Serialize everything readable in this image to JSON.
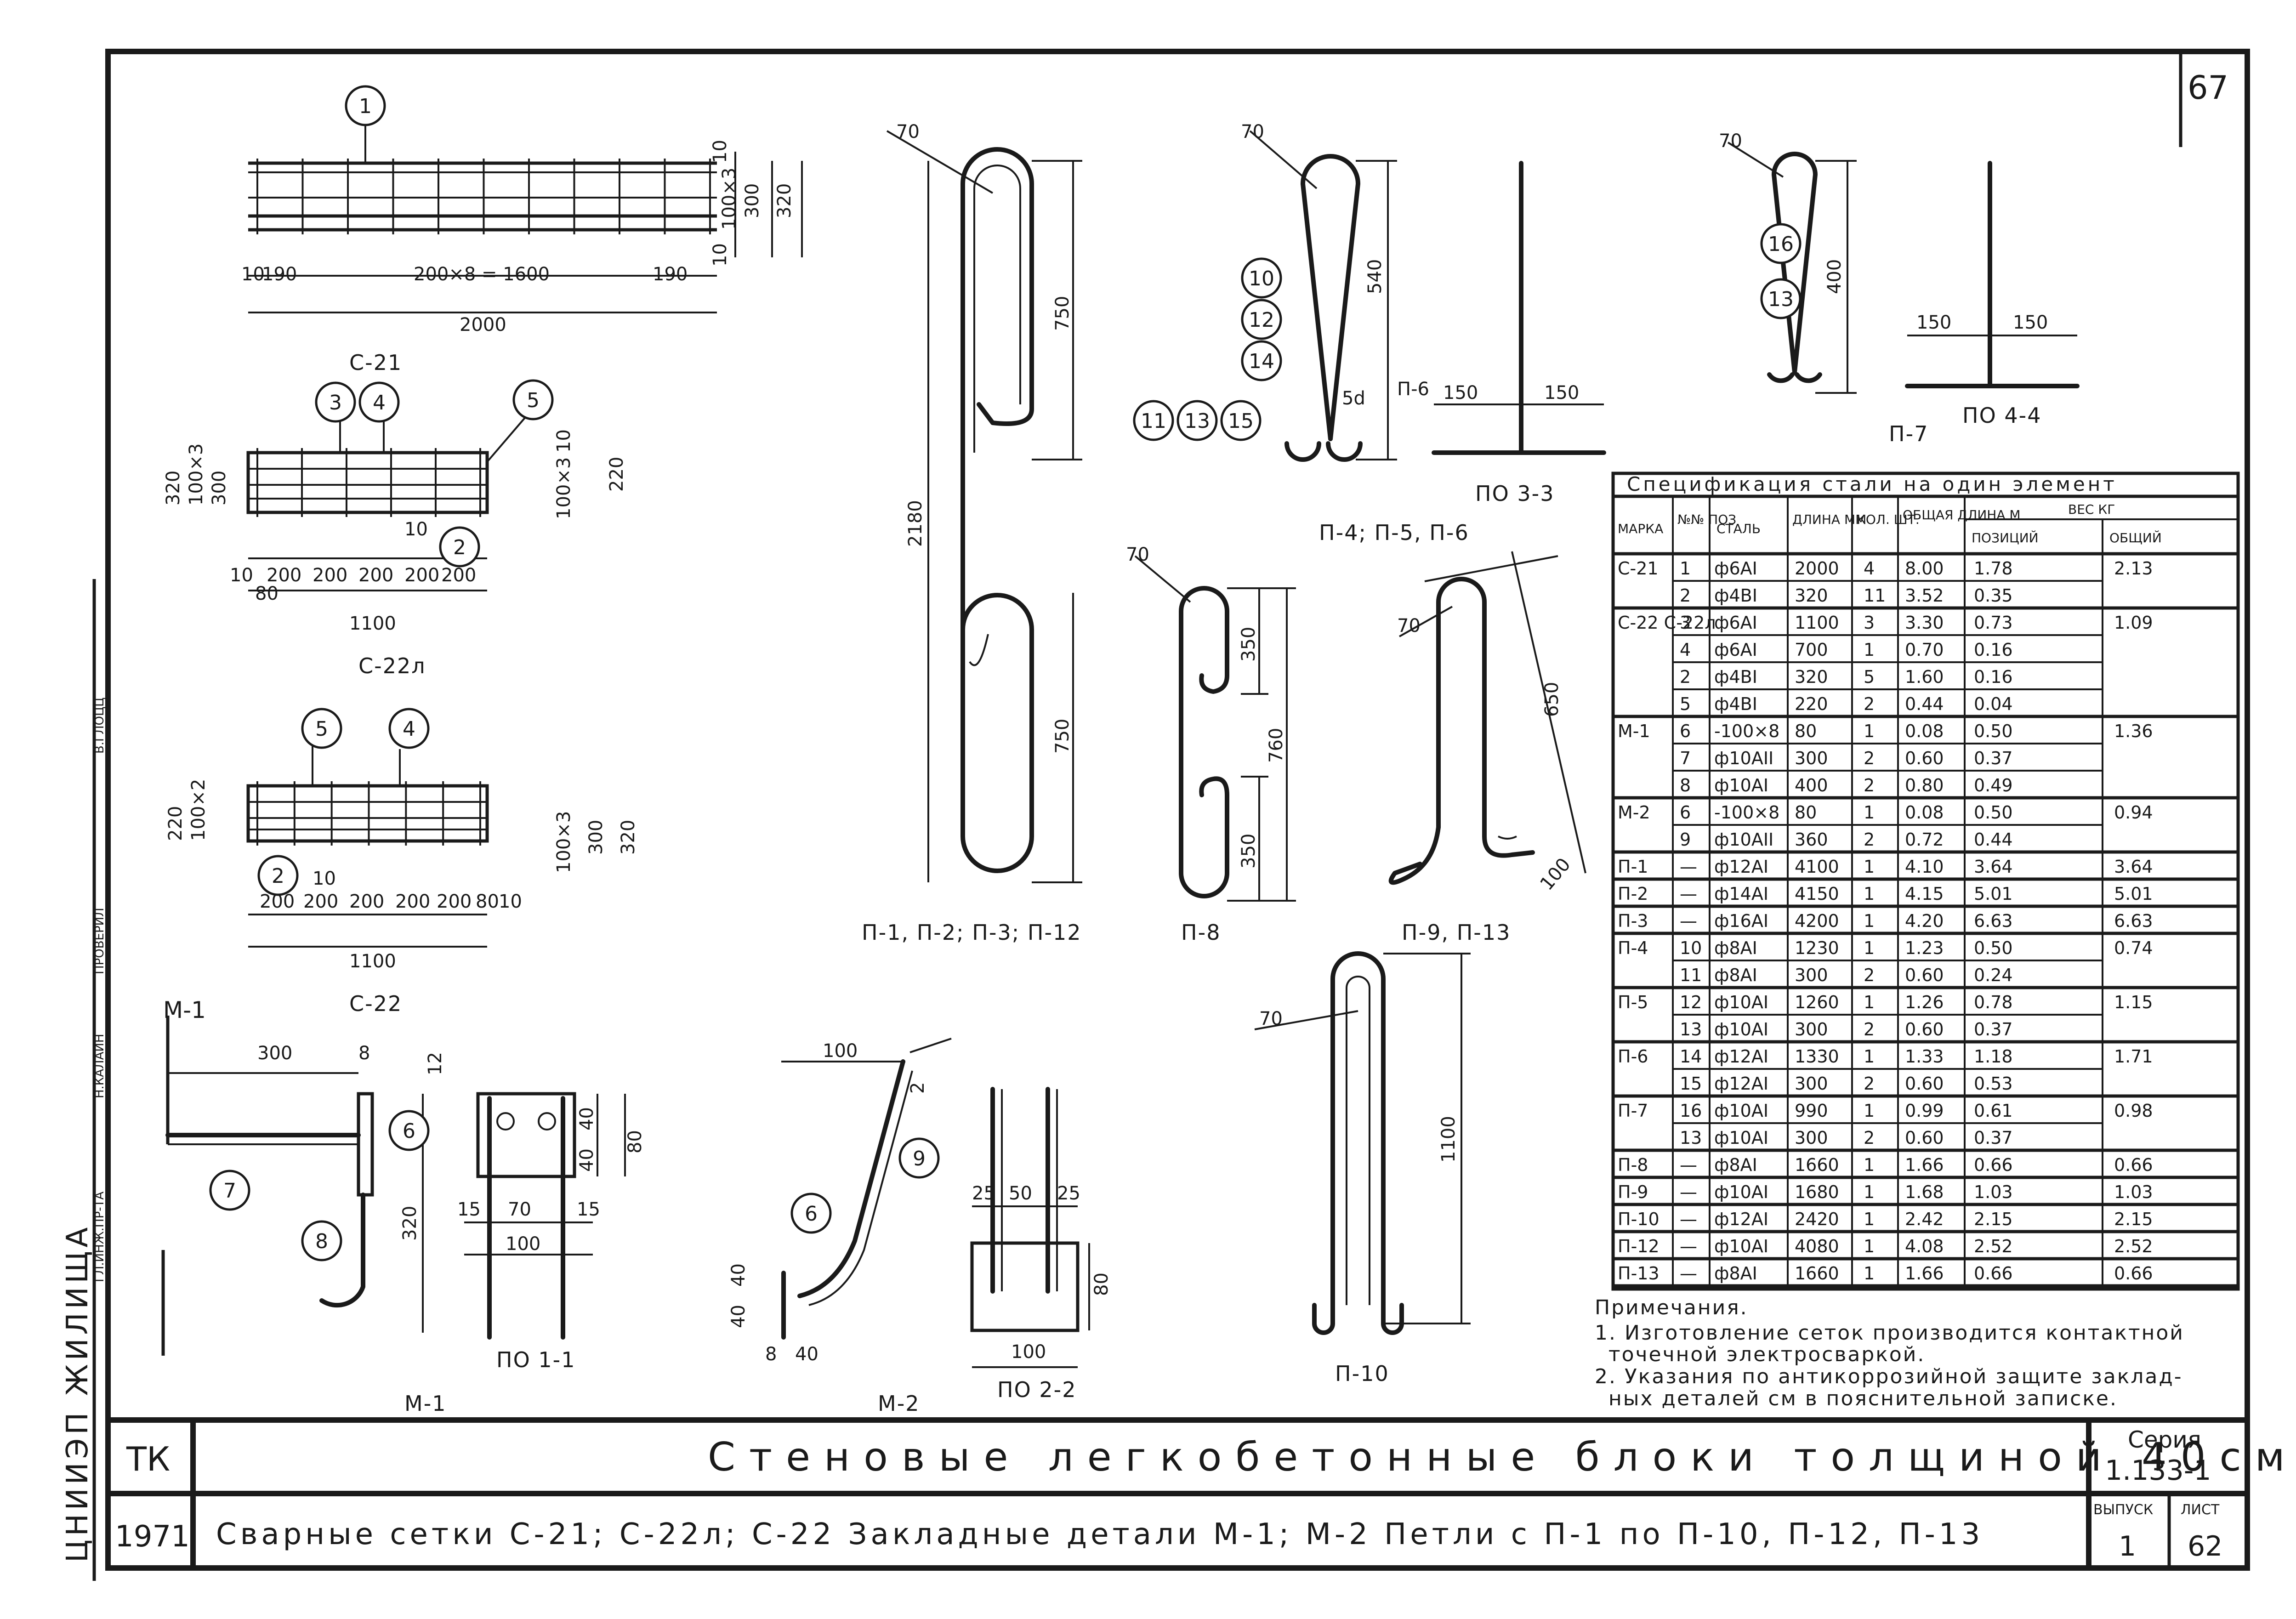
{
  "sheet": {
    "page_number": "67",
    "stamp_left": "ЦНИИЭП ЖИЛИЩА",
    "stamp_roles": [
      "ГЛ.ИНЖ.ПР-ТА",
      "Н.КАЛАИН",
      "ПРОВЕРИЛ",
      "В.ГЛОЦЦ"
    ]
  },
  "title_block": {
    "org": "ТК",
    "year": "1971",
    "title": "Стеновые легкобетонные блоки толщиной 40см",
    "subtitle": "Сварные сетки С-21; С-22л; С-22   Закладные детали М-1; М-2   Петли с П-1 по П-10, П-12, П-13",
    "series_label": "Серия",
    "series_value": "1.133-1",
    "issue_label": "ВЫПУСК",
    "issue_value": "1",
    "sheet_label": "ЛИСТ",
    "sheet_value": "62"
  },
  "drawings": {
    "c21": {
      "label": "С-21",
      "dims": [
        "10",
        "190",
        "200×8 = 1600",
        "190",
        "2000",
        "10",
        "100×3",
        "300",
        "320",
        "10"
      ],
      "marks": [
        "1"
      ]
    },
    "c22l": {
      "label": "С-22л",
      "dims": [
        "320",
        "100×3",
        "300",
        "10",
        "10",
        "200",
        "200",
        "200",
        "200",
        "200",
        "80",
        "1100",
        "220",
        "10",
        "100×3"
      ],
      "marks": [
        "3",
        "4",
        "5",
        "2"
      ]
    },
    "c22": {
      "label": "С-22",
      "dims": [
        "220",
        "100×2",
        "10",
        "200",
        "200",
        "200",
        "200",
        "200",
        "80",
        "10",
        "1100",
        "300",
        "320",
        "100×3"
      ],
      "marks": [
        "5",
        "4",
        "2"
      ]
    },
    "p1": {
      "label": "П-1, П-2; П-3; П-12",
      "dims": [
        "70",
        "750",
        "2180",
        "750"
      ]
    },
    "p4": {
      "label": "П-4; П-5, П-6",
      "dims": [
        "70",
        "540",
        "5d"
      ],
      "marks": [
        "10",
        "12",
        "14",
        "11",
        "13",
        "15"
      ]
    },
    "sec33": {
      "label": "ПО 3-3",
      "dims": [
        "150",
        "150"
      ],
      "marker": "П-6"
    },
    "p7": {
      "label": "П-7",
      "dims": [
        "70",
        "400"
      ],
      "marks": [
        "16",
        "13"
      ]
    },
    "sec44": {
      "label": "ПО 4-4",
      "dims": [
        "150",
        "150"
      ]
    },
    "p8": {
      "label": "П-8",
      "dims": [
        "70",
        "350",
        "760",
        "350"
      ]
    },
    "p9": {
      "label": "П-9, П-13",
      "dims": [
        "70",
        "650",
        "100"
      ]
    },
    "p10": {
      "label": "П-10",
      "dims": [
        "70",
        "1100"
      ]
    },
    "m1": {
      "label": "М-1",
      "dims": [
        "300",
        "8",
        "12",
        "320"
      ],
      "marks": [
        "6",
        "7",
        "8"
      ]
    },
    "sec11": {
      "label": "ПО 1-1",
      "dims": [
        "40",
        "40",
        "80",
        "15",
        "70",
        "15",
        "100"
      ]
    },
    "m2": {
      "label": "М-2",
      "dims": [
        "100",
        "2",
        "40",
        "40",
        "8",
        "40"
      ],
      "marks": [
        "9",
        "6"
      ]
    },
    "sec22": {
      "label": "ПО 2-2",
      "dims": [
        "25",
        "50",
        "25",
        "80",
        "100"
      ]
    }
  },
  "spec": {
    "title": "Спецификация стали на один элемент",
    "headers": [
      "МАРКА",
      "№№ ПОЗ",
      "СТАЛЬ",
      "ДЛИНА ММ",
      "КОЛ. ШТ.",
      "ОБЩАЯ ДЛИНА М",
      "ВЕС КГ",
      "ПОЗИЦИЙ",
      "ОБЩИЙ"
    ],
    "rows": [
      [
        "С-21",
        "1",
        "ф6АI",
        "2000",
        "4",
        "8.00",
        "1.78",
        "2.13"
      ],
      [
        "",
        "2",
        "ф4ВI",
        "320",
        "11",
        "3.52",
        "0.35",
        ""
      ],
      [
        "С-22 С-22л",
        "3",
        "ф6АI",
        "1100",
        "3",
        "3.30",
        "0.73",
        "1.09"
      ],
      [
        "",
        "4",
        "ф6АI",
        "700",
        "1",
        "0.70",
        "0.16",
        ""
      ],
      [
        "",
        "2",
        "ф4ВI",
        "320",
        "5",
        "1.60",
        "0.16",
        ""
      ],
      [
        "",
        "5",
        "ф4ВI",
        "220",
        "2",
        "0.44",
        "0.04",
        ""
      ],
      [
        "М-1",
        "6",
        "-100×8",
        "80",
        "1",
        "0.08",
        "0.50",
        "1.36"
      ],
      [
        "",
        "7",
        "ф10АII",
        "300",
        "2",
        "0.60",
        "0.37",
        ""
      ],
      [
        "",
        "8",
        "ф10АI",
        "400",
        "2",
        "0.80",
        "0.49",
        ""
      ],
      [
        "М-2",
        "6",
        "-100×8",
        "80",
        "1",
        "0.08",
        "0.50",
        "0.94"
      ],
      [
        "",
        "9",
        "ф10АII",
        "360",
        "2",
        "0.72",
        "0.44",
        ""
      ],
      [
        "П-1",
        "—",
        "ф12АI",
        "4100",
        "1",
        "4.10",
        "3.64",
        "3.64"
      ],
      [
        "П-2",
        "—",
        "ф14АI",
        "4150",
        "1",
        "4.15",
        "5.01",
        "5.01"
      ],
      [
        "П-3",
        "—",
        "ф16АI",
        "4200",
        "1",
        "4.20",
        "6.63",
        "6.63"
      ],
      [
        "П-4",
        "10",
        "ф8АI",
        "1230",
        "1",
        "1.23",
        "0.50",
        "0.74"
      ],
      [
        "",
        "11",
        "ф8АI",
        "300",
        "2",
        "0.60",
        "0.24",
        ""
      ],
      [
        "П-5",
        "12",
        "ф10АI",
        "1260",
        "1",
        "1.26",
        "0.78",
        "1.15"
      ],
      [
        "",
        "13",
        "ф10АI",
        "300",
        "2",
        "0.60",
        "0.37",
        ""
      ],
      [
        "П-6",
        "14",
        "ф12АI",
        "1330",
        "1",
        "1.33",
        "1.18",
        "1.71"
      ],
      [
        "",
        "15",
        "ф12АI",
        "300",
        "2",
        "0.60",
        "0.53",
        ""
      ],
      [
        "П-7",
        "16",
        "ф10АI",
        "990",
        "1",
        "0.99",
        "0.61",
        "0.98"
      ],
      [
        "",
        "13",
        "ф10АI",
        "300",
        "2",
        "0.60",
        "0.37",
        ""
      ],
      [
        "П-8",
        "—",
        "ф8АI",
        "1660",
        "1",
        "1.66",
        "0.66",
        "0.66"
      ],
      [
        "П-9",
        "—",
        "ф10АI",
        "1680",
        "1",
        "1.68",
        "1.03",
        "1.03"
      ],
      [
        "П-10",
        "—",
        "ф12АI",
        "2420",
        "1",
        "2.42",
        "2.15",
        "2.15"
      ],
      [
        "П-12",
        "—",
        "ф10АI",
        "4080",
        "1",
        "4.08",
        "2.52",
        "2.52"
      ],
      [
        "П-13",
        "—",
        "ф8АI",
        "1660",
        "1",
        "1.66",
        "0.66",
        "0.66"
      ]
    ]
  },
  "notes": {
    "title": "Примечания.",
    "items": [
      "1. Изготовление сеток производится контактной",
      "точечной электросваркой.",
      "2. Указания по антикоррозийной защите заклад-",
      "ных деталей см в пояснительной записке."
    ]
  }
}
